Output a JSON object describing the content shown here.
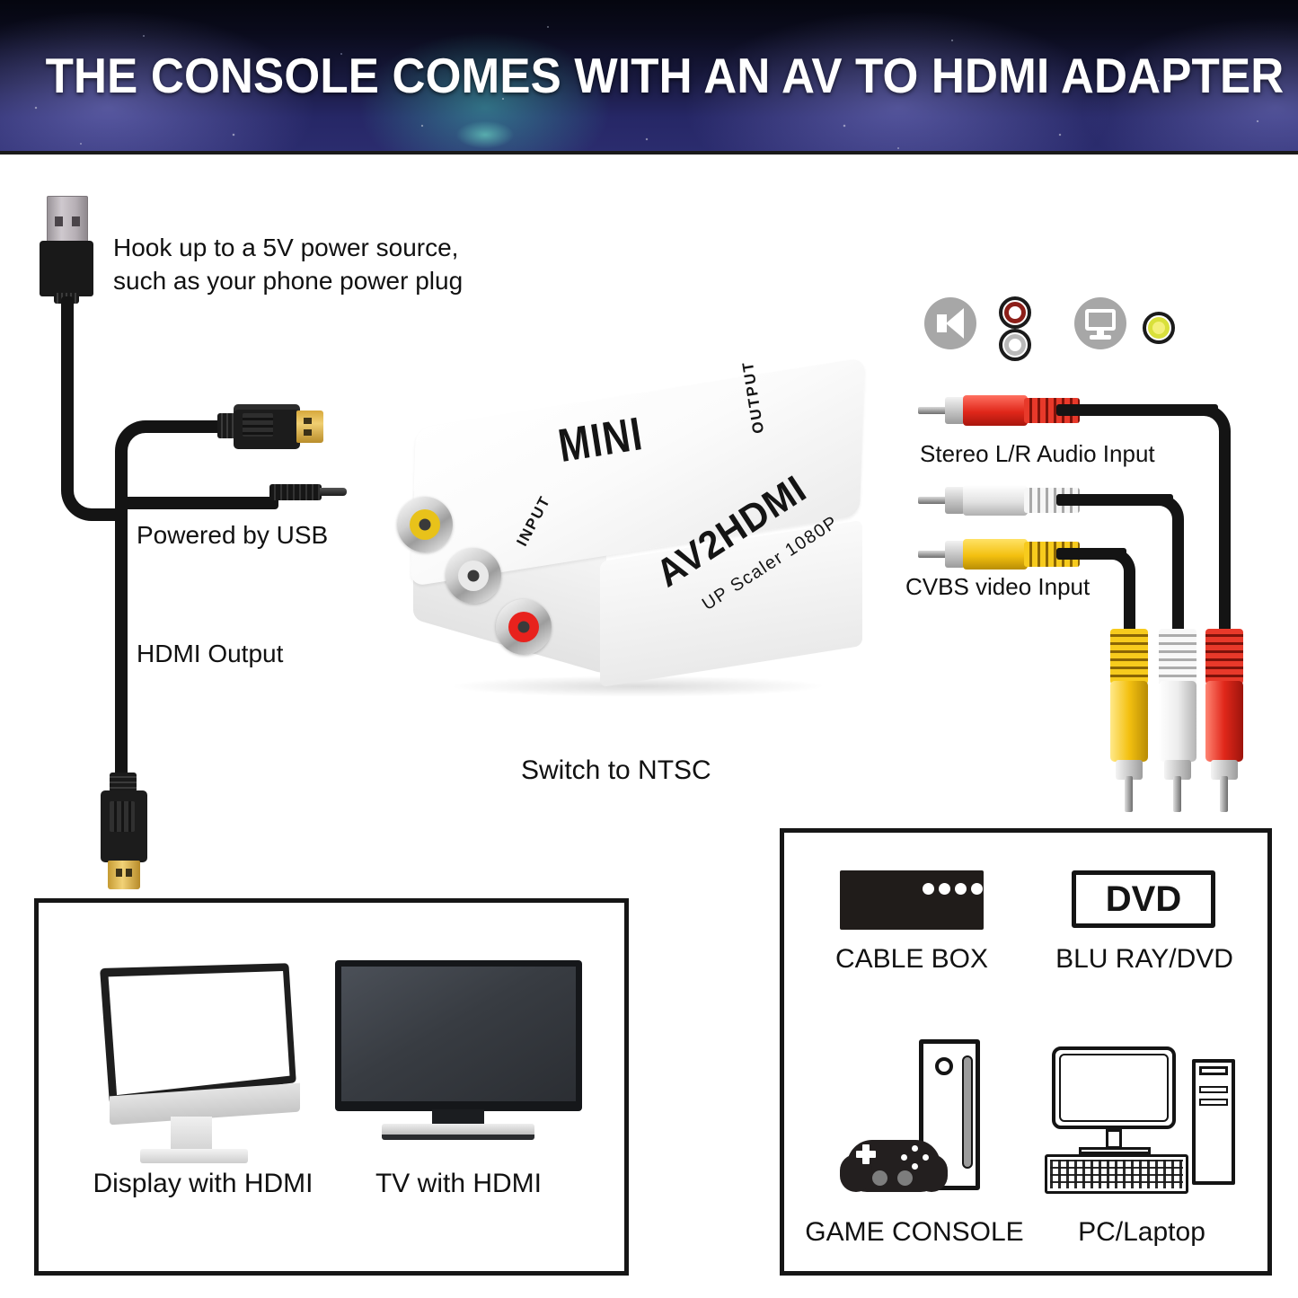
{
  "header": {
    "title": "THE CONSOLE COMES WITH AN AV TO HDMI ADAPTER",
    "background_colors": [
      "#05060f",
      "#191a41",
      "#2b2c6e"
    ],
    "text_color": "#ffffff"
  },
  "annotations": {
    "power_note": "Hook up to a 5V power source,\nsuch as your phone power plug",
    "powered_by_usb": "Powered by USB",
    "hdmi_output": "HDMI Output",
    "switch_to_ntsc": "Switch to NTSC",
    "stereo_audio_input": "Stereo L/R Audio Input",
    "cvbs_video_input": "CVBS video Input"
  },
  "adapter": {
    "brand_top": "MINI",
    "output_label": "OUTPUT",
    "input_label": "INPUT",
    "model": "AV2HDMI",
    "subtitle": "UP  Scaler  1080P",
    "port_colors": {
      "video": "#e8c21a",
      "audio_left": "#e9e9e9",
      "audio_right": "#e8221d"
    }
  },
  "rca_cables": [
    {
      "name": "audio-right",
      "color": "#ef3b29"
    },
    {
      "name": "audio-left",
      "color": "#e6e6e6"
    },
    {
      "name": "video-composite",
      "color": "#f5c20d"
    }
  ],
  "io_icons": [
    {
      "name": "speaker-icon",
      "circle_color": "#a7a7a7"
    },
    {
      "name": "rca-jack-red",
      "ring_color": "#8c1f19"
    },
    {
      "name": "rca-jack-white",
      "ring_color": "#b9b9b9"
    },
    {
      "name": "monitor-icon",
      "circle_color": "#a7a7a7"
    },
    {
      "name": "rca-jack-yellow",
      "ring_color": "#d9e03b"
    }
  ],
  "display_panel": {
    "items": [
      {
        "label": "Display with HDMI",
        "icon": "desktop-monitor-icon"
      },
      {
        "label": "TV with HDMI",
        "icon": "flat-tv-icon"
      }
    ]
  },
  "source_panel": {
    "items": [
      {
        "label": "CABLE BOX",
        "icon": "cable-box-icon"
      },
      {
        "label": "BLU RAY/DVD",
        "icon": "dvd-player-icon",
        "badge": "DVD"
      },
      {
        "label": "GAME CONSOLE",
        "icon": "game-console-icon"
      },
      {
        "label": "PC/Laptop",
        "icon": "desktop-pc-icon"
      }
    ]
  }
}
